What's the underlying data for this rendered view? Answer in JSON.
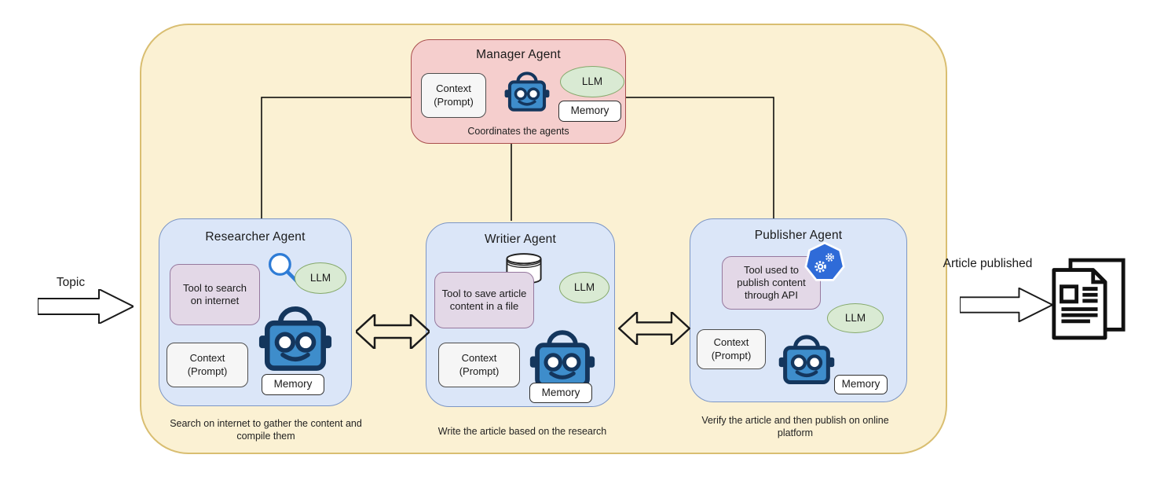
{
  "io": {
    "input_label": "Topic",
    "output_label": "Article published"
  },
  "manager": {
    "title": "Manager Agent",
    "context_label": "Context (Prompt)",
    "llm_label": "LLM",
    "memory_label": "Memory",
    "caption": "Coordinates the agents"
  },
  "agents": [
    {
      "title": "Researcher Agent",
      "tool_label": "Tool to search on internet",
      "tool_icon": "magnifier-icon",
      "context_label": "Context (Prompt)",
      "llm_label": "LLM",
      "memory_label": "Memory",
      "caption": "Search on internet to gather the content and compile them"
    },
    {
      "title": "Writier Agent",
      "tool_label": "Tool to save article content in a file",
      "tool_icon": "database-icon",
      "context_label": "Context (Prompt)",
      "llm_label": "LLM",
      "memory_label": "Memory",
      "caption": "Write the article based on the research"
    },
    {
      "title": "Publisher Agent",
      "tool_label": "Tool used to publish content through API",
      "tool_icon": "api-icon",
      "context_label": "Context (Prompt)",
      "llm_label": "LLM",
      "memory_label": "Memory",
      "caption": "Verify the article and then publish on online platform"
    }
  ],
  "colors": {
    "container_fill": "#FBF1D3",
    "container_border": "#D9BE71",
    "manager_fill": "#F5CECD",
    "manager_border": "#A94F4D",
    "agent_fill": "#DBE6F8",
    "agent_border": "#7C96C5",
    "tool_fill": "#E3D8E7",
    "tool_border": "#96789E",
    "llm_fill": "#D9EAD3",
    "llm_border": "#85A96B",
    "robot_blue": "#3E8DCB",
    "robot_navy": "#14365D",
    "api_icon_blue": "#2F6BD8",
    "connector": "#000000"
  }
}
